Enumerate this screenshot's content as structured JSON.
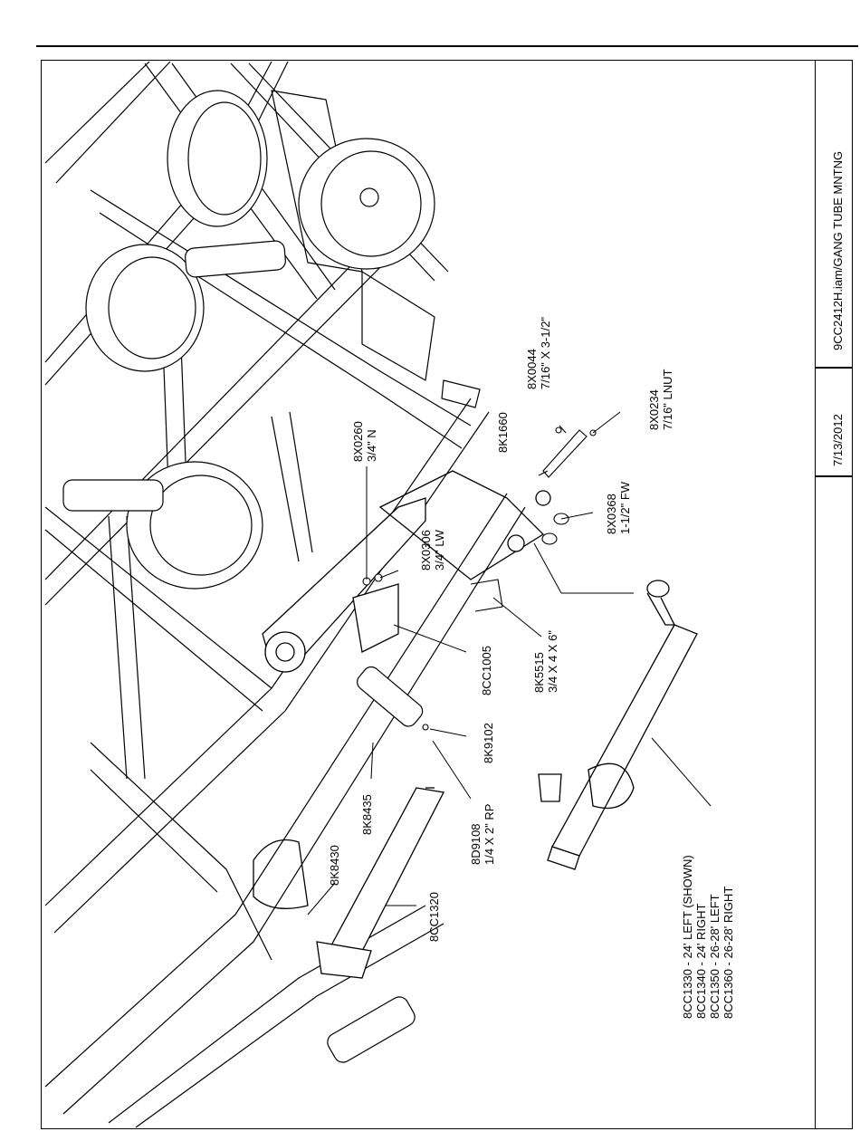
{
  "title_block": {
    "filename": "9CC2412H.iam/GANG TUBE MNTNG",
    "date": "7/13/2012"
  },
  "callouts": {
    "c_8X0044": {
      "part": "8X0044",
      "desc": "7/16\" X 3-1/2\""
    },
    "c_8X0234": {
      "part": "8X0234",
      "desc": "7/16\" LNUT"
    },
    "c_8K1660": {
      "part": "8K1660"
    },
    "c_8X0260": {
      "part": "8X0260",
      "desc": "3/4\" N"
    },
    "c_8X0306": {
      "part": "8X0306",
      "desc": "3/4\" LW"
    },
    "c_8X0368": {
      "part": "8X0368",
      "desc": "1-1/2\" FW"
    },
    "c_8K5515": {
      "part": "8K5515",
      "desc": "3/4 X 4 X 6\""
    },
    "c_8CC1005": {
      "part": "8CC1005"
    },
    "c_8K9102": {
      "part": "8K9102"
    },
    "c_8K8435": {
      "part": "8K8435"
    },
    "c_8D9108": {
      "part": "8D9108",
      "desc": "1/4 X 2\" RP"
    },
    "c_8K8430": {
      "part": "8K8430"
    },
    "c_8CC1320": {
      "part": "8CC1320"
    },
    "c_tube": {
      "line1": "8CC1330 - 24' LEFT (SHOWN)",
      "line2": "8CC1340 - 24' RIGHT",
      "line3": "8CC1350 - 26-28' LEFT",
      "line4": "8CC1360 - 26-28' RIGHT"
    }
  }
}
